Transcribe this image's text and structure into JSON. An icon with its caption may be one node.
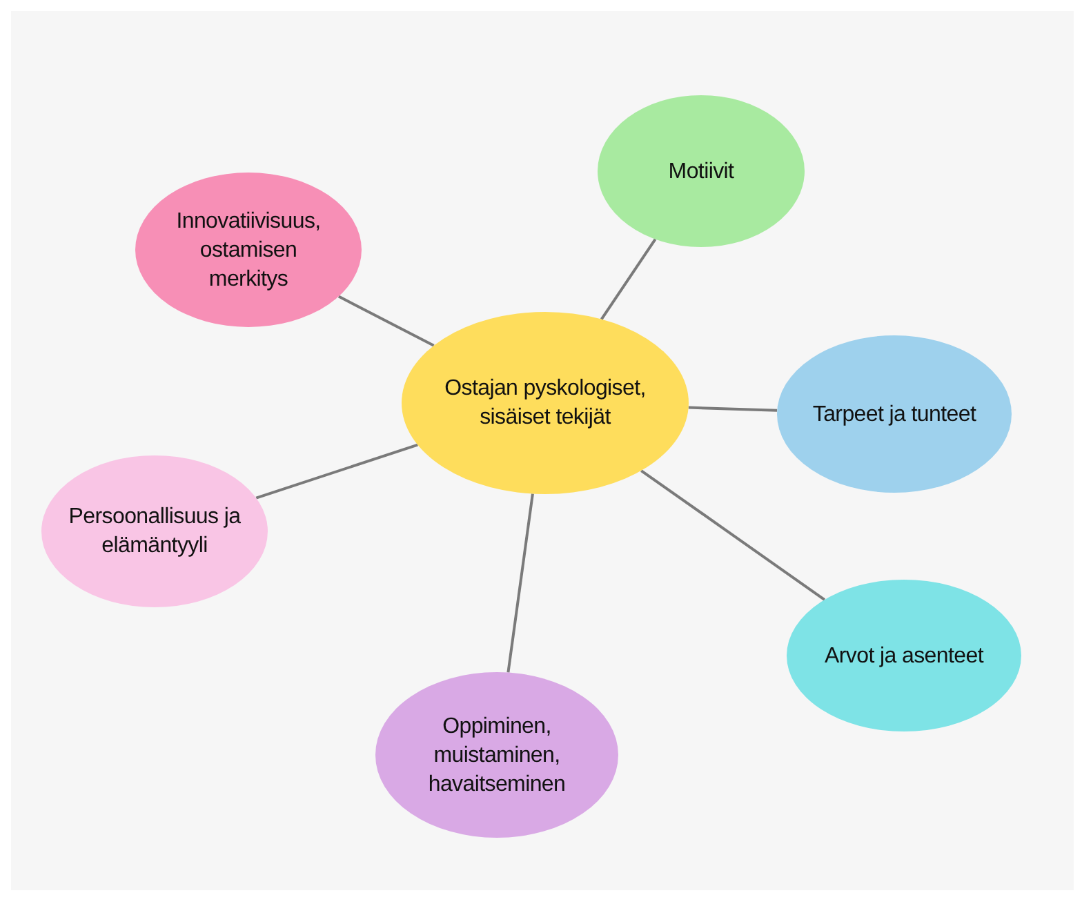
{
  "diagram": {
    "nodes": [
      {
        "text": [
          "Motiivit"
        ]
      },
      {
        "text": [
          "Innovatiivisuus, ostamisen merkitys"
        ]
      },
      {
        "text": [
          "Ostajan pyskologiset, sisäiset tekijät"
        ]
      },
      {
        "text": [
          "Tarpeet ja tunteet"
        ]
      },
      {
        "text": [
          "Persoonallisuus ja elämäntyyli"
        ]
      },
      {
        "text": [
          "Arvot ja asenteet"
        ]
      },
      {
        "text": [
          "Oppiminen, muistaminen, havaitseminen"
        ]
      }
    ],
    "edges": [
      {
        "from": 2,
        "to": 0,
        "arrow": "none"
      },
      {
        "from": 2,
        "to": 1,
        "arrow": "none"
      },
      {
        "from": 2,
        "to": 3,
        "arrow": "none"
      },
      {
        "from": 2,
        "to": 4,
        "arrow": "none"
      },
      {
        "from": 2,
        "to": 5,
        "arrow": "none"
      },
      {
        "from": 2,
        "to": 6,
        "arrow": "none"
      }
    ]
  }
}
